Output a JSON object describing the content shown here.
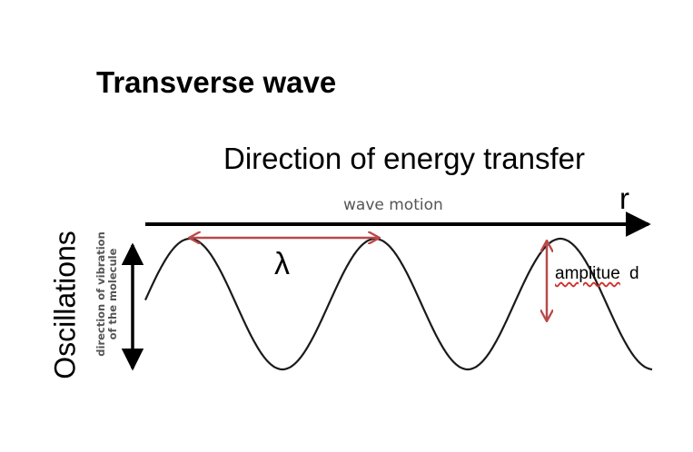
{
  "title": "Transverse wave",
  "energy_label": "Direction of energy transfer",
  "energy_label_extra": "r",
  "wave_motion_label": "wave motion",
  "oscillations_label": "Oscillations",
  "vibration_label": {
    "line1": "direction of vibration",
    "line2": "of the molecule"
  },
  "wavelength_symbol": "λ",
  "amplitude_label": "amplitue",
  "amplitude_overlap": "d",
  "colors": {
    "text": "#000000",
    "wave": "#1a1a1a",
    "arrow": "#000000",
    "annotation": "#b84a4a",
    "gray_label": "#555555",
    "spell_underline": "#d0302c"
  }
}
